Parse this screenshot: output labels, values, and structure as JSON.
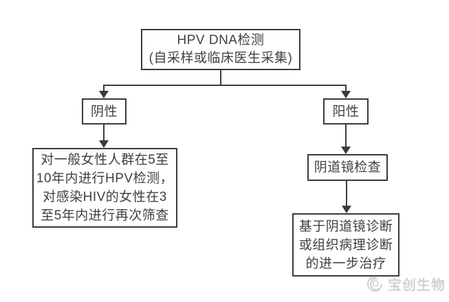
{
  "diagram": {
    "title_node": {
      "line1": "HPV DNA检测",
      "line2": "(自采样或临床医生采集)"
    },
    "negative_node": {
      "label": "阴性"
    },
    "positive_node": {
      "label": "阳性"
    },
    "negative_followup_node": {
      "lines": [
        "对一般女性人群在5至",
        "10年内进行HPV检测，",
        "对感染HIV的女性在3",
        "至5年内进行再次筛查"
      ]
    },
    "colposcopy_node": {
      "label": "阴道镜检查"
    },
    "treatment_node": {
      "lines": [
        "基于阴道镜诊断",
        "或组织病理诊断",
        "的进一步治疗"
      ]
    },
    "colors": {
      "border": "#3b3b3b",
      "text": "#404040",
      "background": "#ffffff",
      "watermark": "#d2d2d2"
    }
  },
  "watermark": {
    "text": "宝创生物",
    "logo": "swirl-logo"
  }
}
